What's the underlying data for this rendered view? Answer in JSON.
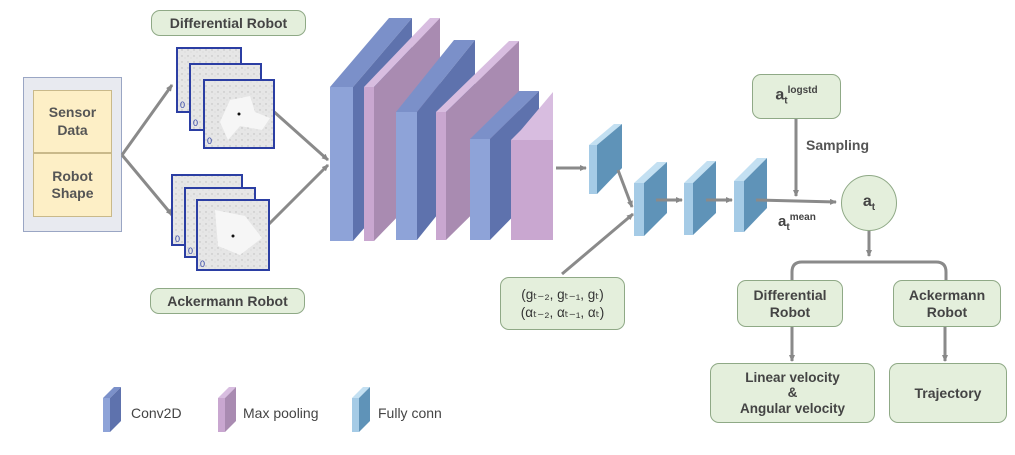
{
  "robots": {
    "differential_title": "Differential Robot",
    "ackermann_title": "Ackermann Robot"
  },
  "input": {
    "sensor": "Sensor\nData",
    "shape": "Robot\nShape"
  },
  "scan_label": "0",
  "goal": {
    "line1": "(gₜ₋₂, gₜ₋₁, gₜ)",
    "line2": "(αₜ₋₂, αₜ₋₁, αₜ)"
  },
  "policy": {
    "logstd_base": "a",
    "logstd_sub": "t",
    "logstd_sup": "logstd",
    "sampling": "Sampling",
    "mean_base": "a",
    "mean_sub": "t",
    "mean_sup": "mean",
    "action_base": "a",
    "action_sub": "t"
  },
  "outputs": {
    "diff_robot": "Differential\nRobot",
    "ack_robot": "Ackermann\nRobot",
    "diff_cmd": "Linear velocity\n&\nAngular velocity",
    "ack_cmd": "Trajectory"
  },
  "legend": {
    "conv": "Conv2D",
    "pool": "Max pooling",
    "fc": "Fully conn"
  },
  "colors": {
    "conv": "#8ea3d8",
    "pool": "#c9a7d0",
    "fc": "#a5cbe6",
    "box_fill": "#e4efdc",
    "arrow": "#888888"
  }
}
